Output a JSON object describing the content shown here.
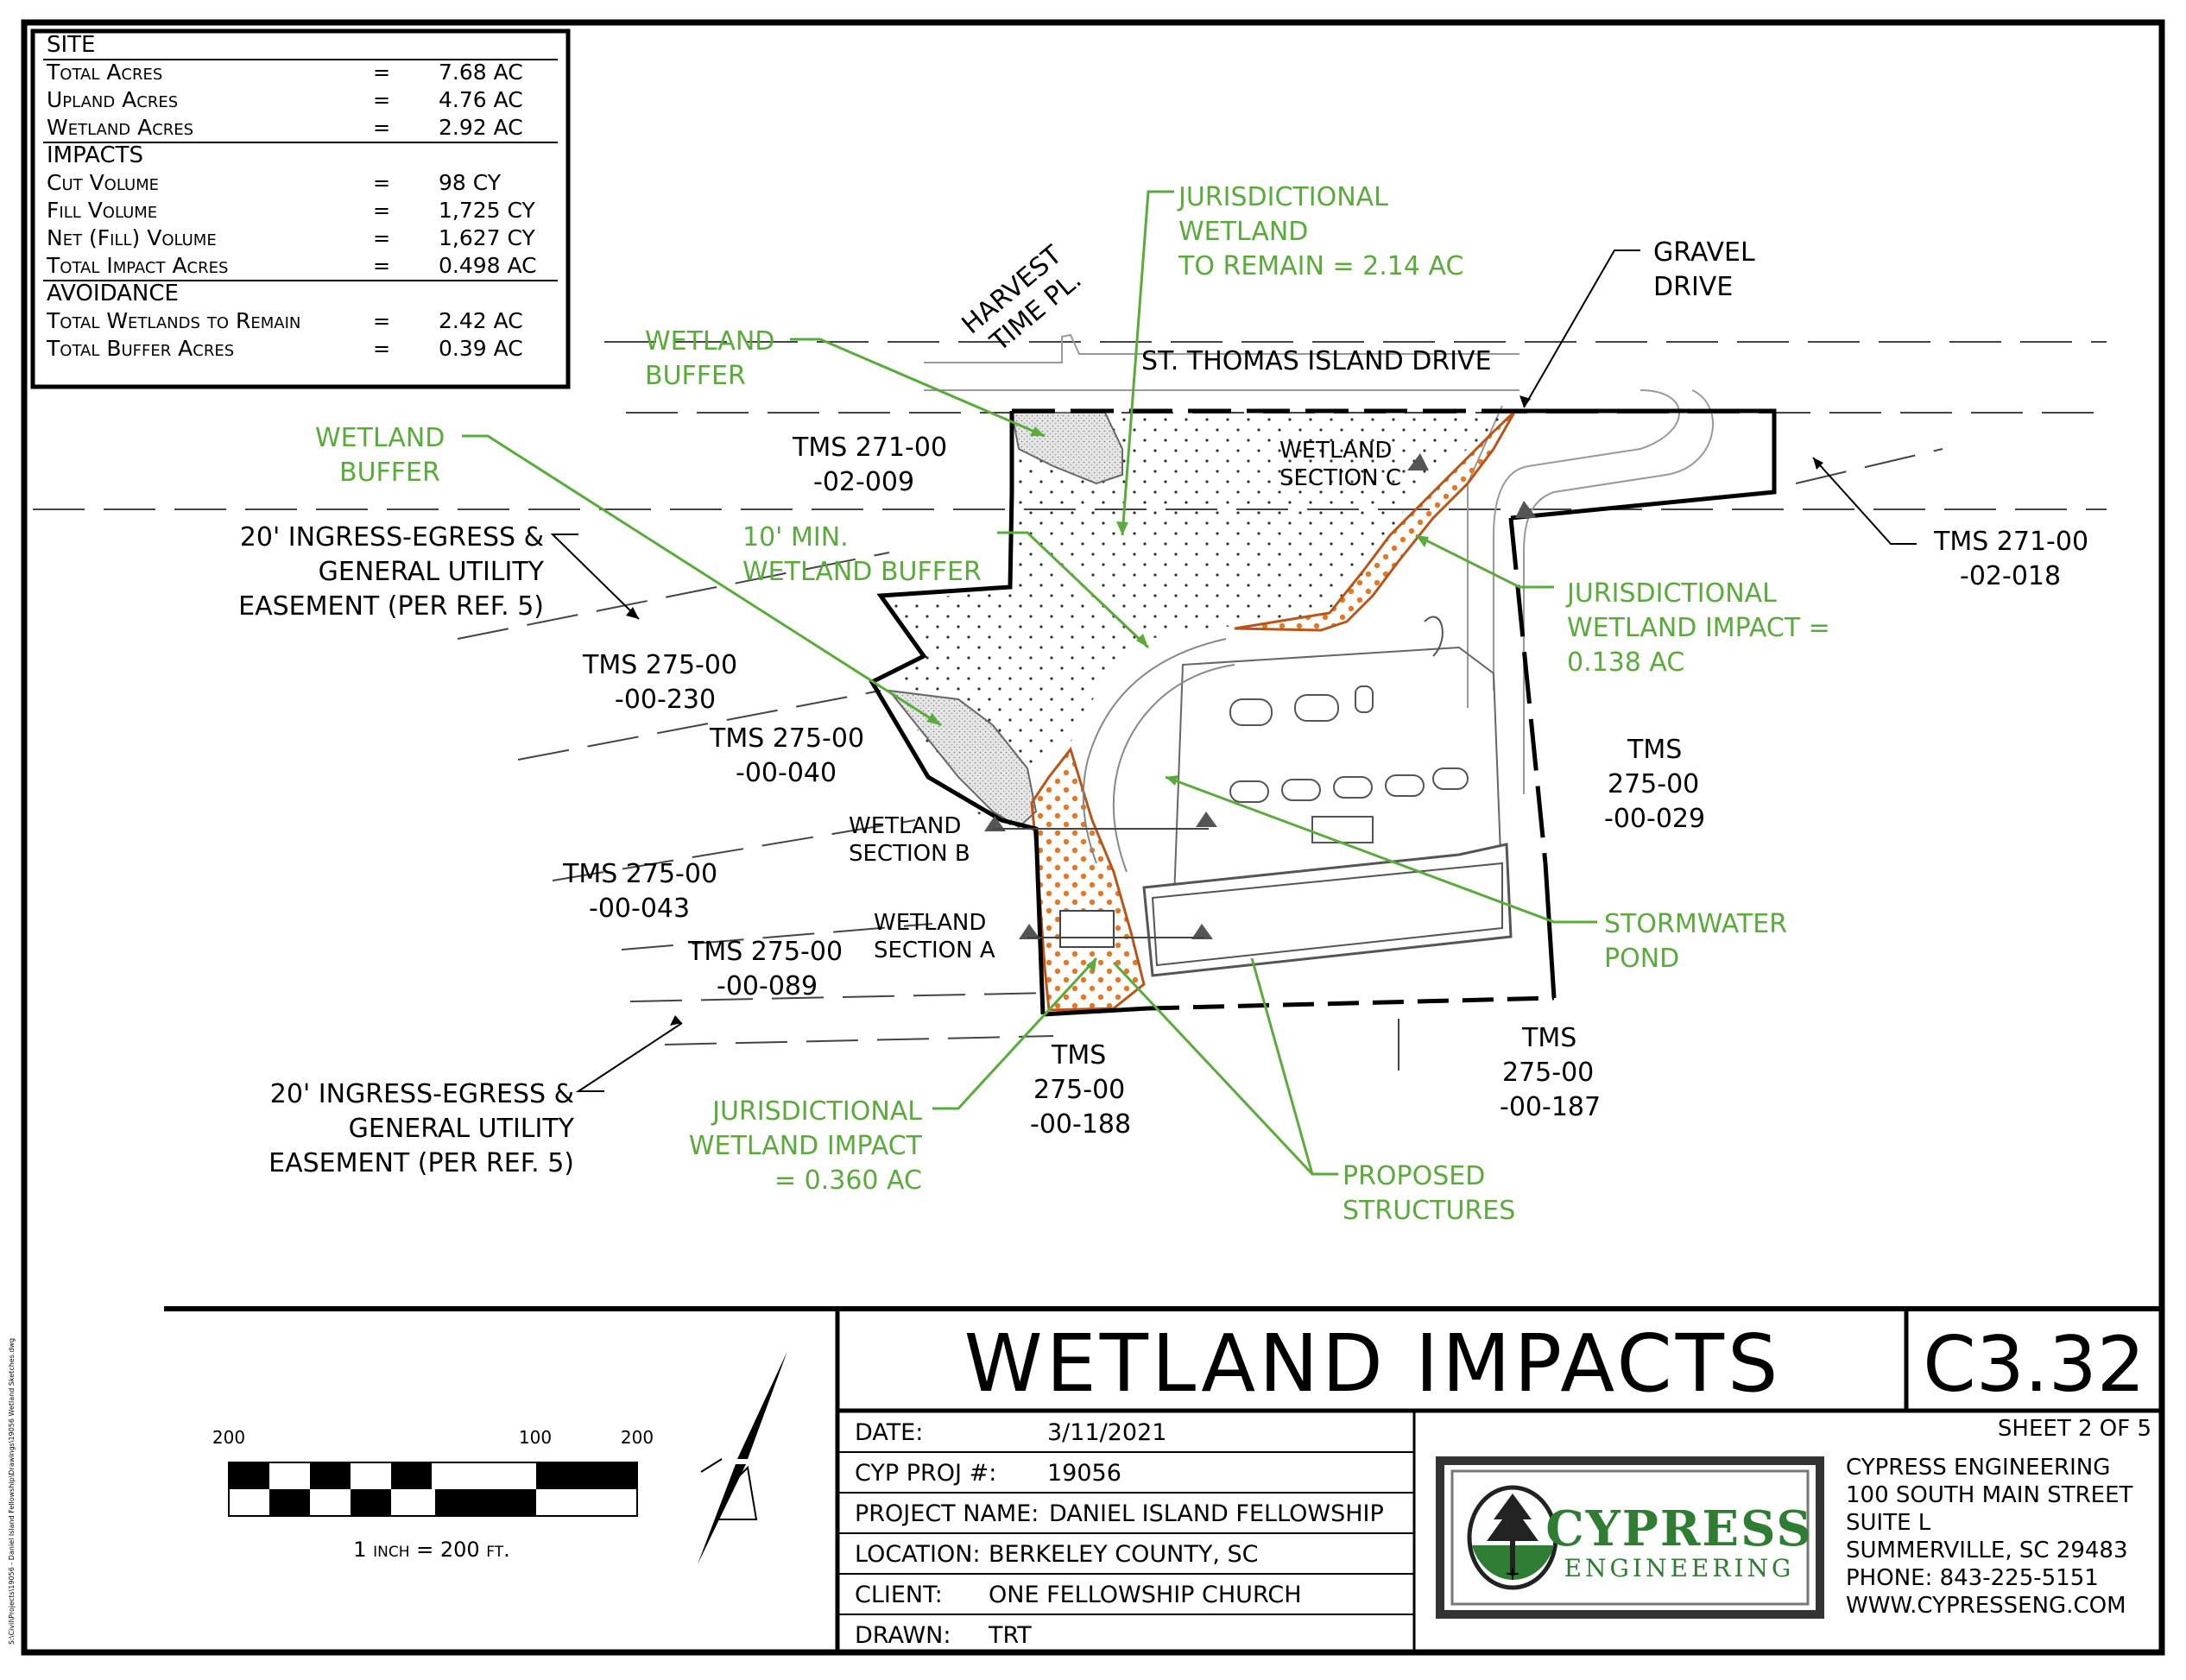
{
  "site_table": {
    "rows": [
      {
        "label": "SITE",
        "eq": "",
        "value": ""
      },
      {
        "label": "Total Acres",
        "eq": "=",
        "value": "7.68 AC"
      },
      {
        "label": "Upland Acres",
        "eq": "=",
        "value": "4.76 AC"
      },
      {
        "label": "Wetland Acres",
        "eq": "=",
        "value": "2.92 AC"
      },
      {
        "label": "IMPACTS",
        "eq": "",
        "value": ""
      },
      {
        "label": "Cut Volume",
        "eq": "=",
        "value": "98 CY"
      },
      {
        "label": "Fill Volume",
        "eq": "=",
        "value": "1,725 CY"
      },
      {
        "label": "Net (Fill) Volume",
        "eq": "=",
        "value": "1,627 CY"
      },
      {
        "label": "Total Impact Acres",
        "eq": "=",
        "value": "0.498 AC"
      },
      {
        "label": "AVOIDANCE",
        "eq": "",
        "value": ""
      },
      {
        "label": "Total Wetlands to Remain",
        "eq": "=",
        "value": "2.42 AC"
      },
      {
        "label": "Total Buffer Acres",
        "eq": "=",
        "value": "0.39 AC"
      }
    ]
  },
  "labels": {
    "harvest_1": "HARVEST",
    "harvest_2": "TIME PL.",
    "st_thomas": "ST. THOMAS ISLAND DRIVE",
    "jw_remain_1": "JURISDICTIONAL",
    "jw_remain_2": "WETLAND",
    "jw_remain_3": "TO REMAIN = 2.14 AC",
    "gravel_1": "GRAVEL",
    "gravel_2": "DRIVE",
    "wb1_1": "WETLAND",
    "wb1_2": "BUFFER",
    "wb2_1": "WETLAND",
    "wb2_2": "BUFFER",
    "tms_271_009_1": "TMS 271-00",
    "tms_271_009_2": "-02-009",
    "wsec_c_1": "WETLAND",
    "wsec_c_2": "SECTION C",
    "ingress1_1": "20' INGRESS-EGRESS &",
    "ingress1_2": "GENERAL UTILITY",
    "ingress1_3": "EASEMENT (PER REF. 5)",
    "min_buffer_1": "10' MIN.",
    "min_buffer_2": "WETLAND BUFFER",
    "tms_271_018_1": "TMS 271-00",
    "tms_271_018_2": "-02-018",
    "jw_impact_c_1": "JURISDICTIONAL",
    "jw_impact_c_2": "WETLAND IMPACT =",
    "jw_impact_c_3": "0.138 AC",
    "tms_230_1": "TMS 275-00",
    "tms_230_2": "-00-230",
    "tms_040_1": "TMS 275-00",
    "tms_040_2": "-00-040",
    "tms_029_1": "TMS",
    "tms_029_2": "275-00",
    "tms_029_3": "-00-029",
    "wsec_b_1": "WETLAND",
    "wsec_b_2": "SECTION B",
    "tms_043_1": "TMS 275-00",
    "tms_043_2": "-00-043",
    "wsec_a_1": "WETLAND",
    "wsec_a_2": "SECTION A",
    "tms_089_1": "TMS 275-00",
    "tms_089_2": "-00-089",
    "stormwater_1": "STORMWATER",
    "stormwater_2": "POND",
    "tms_188_1": "TMS",
    "tms_188_2": "275-00",
    "tms_188_3": "-00-188",
    "tms_187_1": "TMS",
    "tms_187_2": "275-00",
    "tms_187_3": "-00-187",
    "ingress2_1": "20' INGRESS-EGRESS &",
    "ingress2_2": "GENERAL UTILITY",
    "ingress2_3": "EASEMENT (PER REF. 5)",
    "jw_impact_a_1": "JURISDICTIONAL",
    "jw_impact_a_2": "WETLAND IMPACT",
    "jw_impact_a_3": "= 0.360 AC",
    "proposed_1": "PROPOSED",
    "proposed_2": "STRUCTURES"
  },
  "scale_bar": {
    "tick_left": "200",
    "tick_mid": "100",
    "tick_right": "200",
    "caption": "1 inch = 200 ft."
  },
  "title_block": {
    "title": "WETLAND IMPACTS",
    "sheet_number": "C3.32",
    "sheet_of": "SHEET 2 OF 5",
    "fields": [
      {
        "label": "DATE:",
        "value": "3/11/2021"
      },
      {
        "label": "CYP PROJ #:",
        "value": "19056"
      },
      {
        "label": "PROJECT NAME:",
        "value": "DANIEL ISLAND FELLOWSHIP"
      },
      {
        "label": "LOCATION:",
        "value": "BERKELEY COUNTY, SC"
      },
      {
        "label": "CLIENT:",
        "value": "ONE FELLOWSHIP CHURCH"
      },
      {
        "label": "DRAWN:",
        "value": "TRT"
      }
    ],
    "logo_word": "CYPRESS",
    "logo_sub": "ENGINEERING",
    "company": [
      "CYPRESS ENGINEERING",
      "100 SOUTH MAIN STREET",
      "SUITE L",
      "SUMMERVILLE, SC 29483",
      "PHONE: 843-225-5151",
      "WWW.CYPRESSENG.COM"
    ]
  },
  "file_path": "S:\\Civil\\Projects\\19056 - Daniel Island Fellowship\\Drawings\\19056 Wetland Sketches.dwg",
  "colors": {
    "label_green": "#5aab3c",
    "impact_orange": "#e07a28",
    "impact_line": "#b8561a",
    "logo_green": "#2e7d32"
  }
}
